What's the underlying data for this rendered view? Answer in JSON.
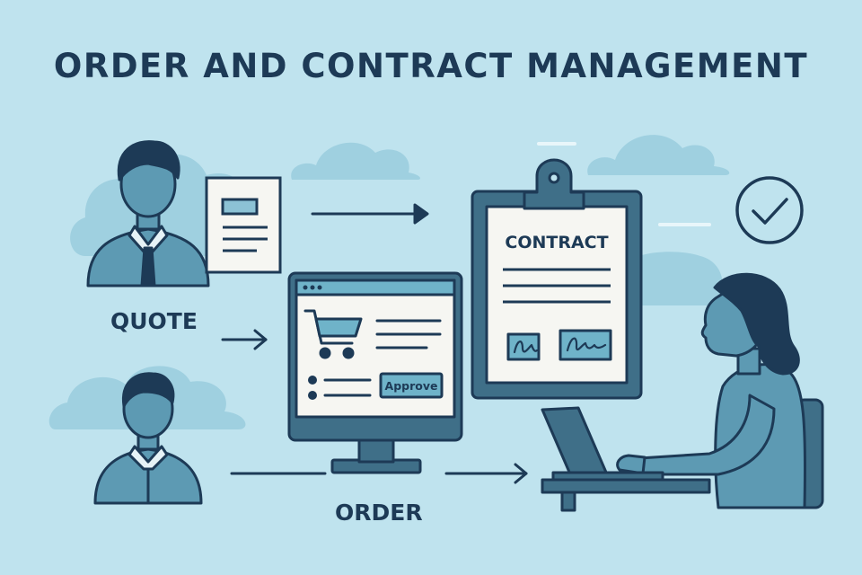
{
  "header": {
    "title": "ORDER AND CONTRACT MANAGEMENT"
  },
  "labels": {
    "quote": "QUOTE",
    "order": "ORDER"
  },
  "contract": {
    "title": "CONTRACT"
  },
  "store": {
    "approve_label": "Approve"
  },
  "icons": {
    "check": "check-circle-icon",
    "cart": "shopping-cart-icon",
    "signature": "signature-icon"
  },
  "colors": {
    "background": "#bfe3ee",
    "outline": "#1d3a56",
    "person_fill": "#5d9ab3",
    "cloud": "#9fd0e0",
    "paper": "#f6f6f2",
    "button": "#6fb3c9"
  }
}
